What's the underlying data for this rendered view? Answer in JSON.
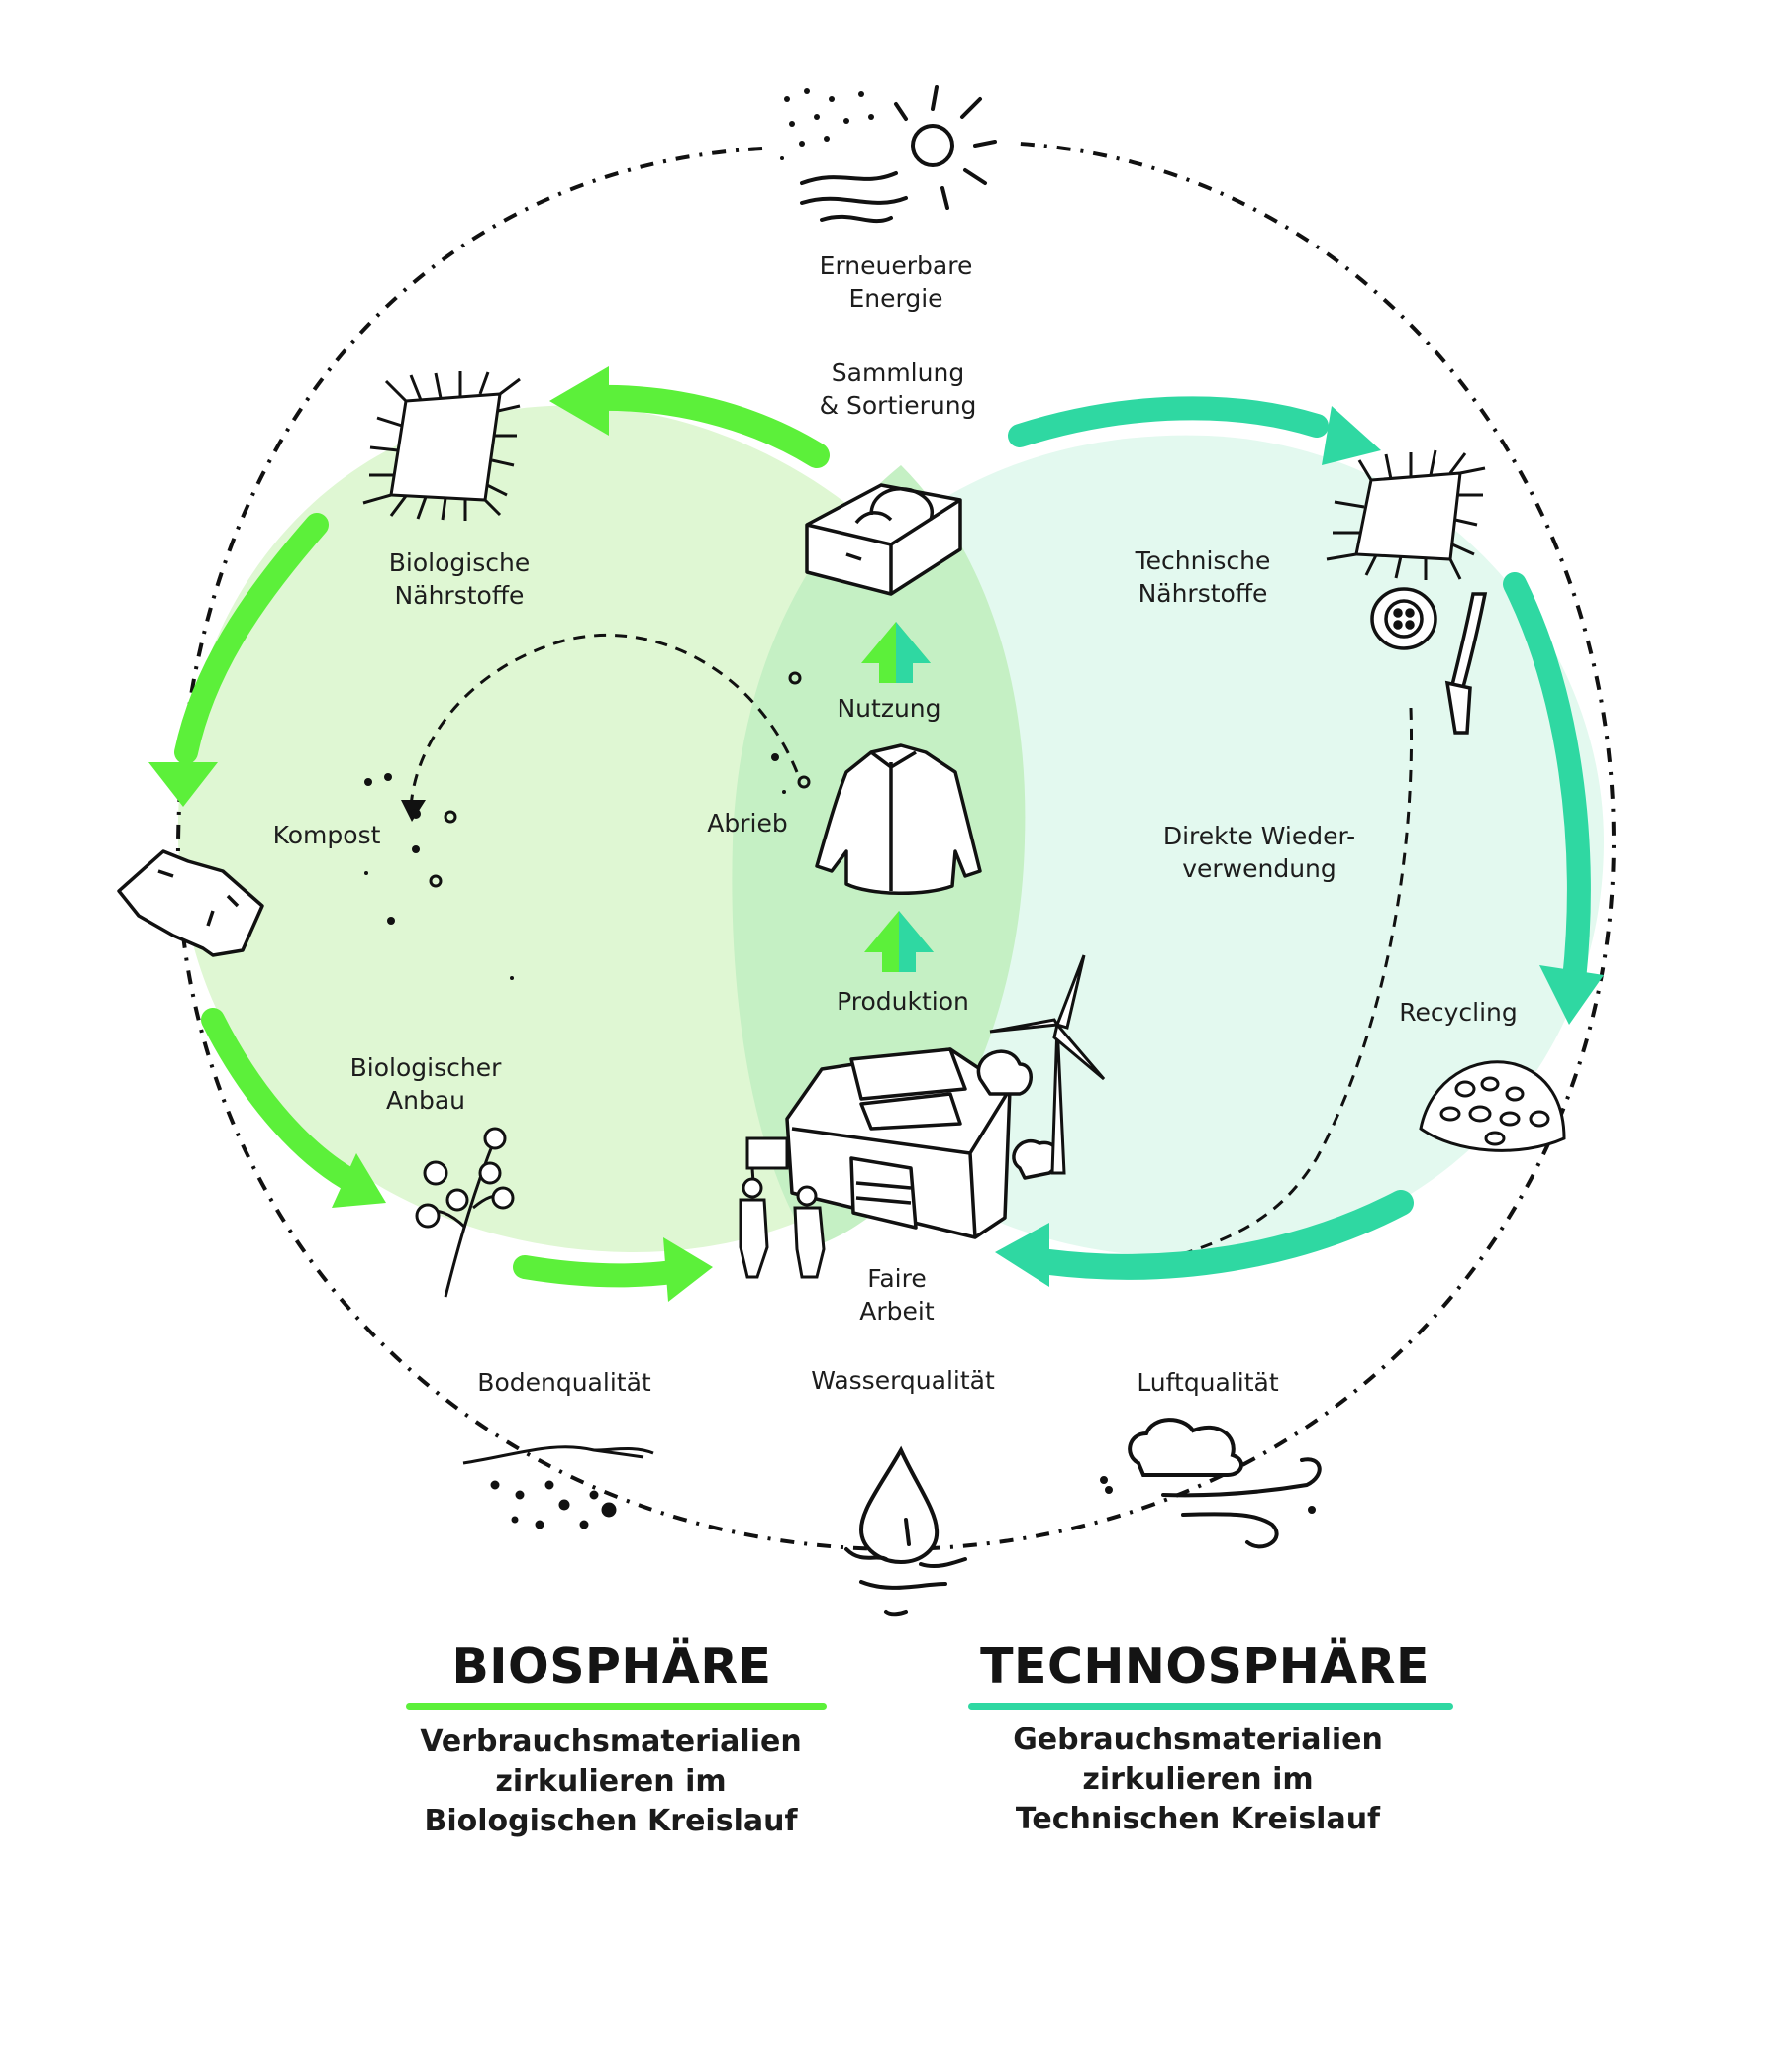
{
  "labels": {
    "energy": [
      "Erneuerbare",
      "Energie"
    ],
    "collection": [
      "Sammlung",
      "& Sortierung"
    ],
    "bio_nutrients": [
      "Biologische",
      "Nährstoffe"
    ],
    "tech_nutrients": [
      "Technische",
      "Nährstoffe"
    ],
    "use": "Nutzung",
    "compost": "Kompost",
    "abrasion": "Abrieb",
    "reuse": [
      "Direkte Wieder-",
      "verwendung"
    ],
    "production": "Produktion",
    "recycling": "Recycling",
    "bio_farming": [
      "Biologischer",
      "Anbau"
    ],
    "fair_work": [
      "Faire",
      "Arbeit"
    ],
    "soil": "Bodenqualität",
    "water": "Wasserqualität",
    "air": "Luftqualität"
  },
  "biosphere": {
    "title": "BIOSPHÄRE",
    "subtitle": [
      "Verbrauchsmaterialien",
      "zirkulieren im",
      "Biologischen Kreislauf"
    ]
  },
  "technosphere": {
    "title": "TECHNOSPHÄRE",
    "subtitle": [
      "Gebrauchsmaterialien",
      "zirkulieren im",
      "Technischen Kreislauf"
    ]
  },
  "colors": {
    "bio_green": "#5cf03a",
    "tech_teal": "#2fd8a2",
    "bio_fill": "#dff7d3",
    "tech_fill": "#e3f9ef",
    "overlap_fill": "#c4f0c9"
  }
}
